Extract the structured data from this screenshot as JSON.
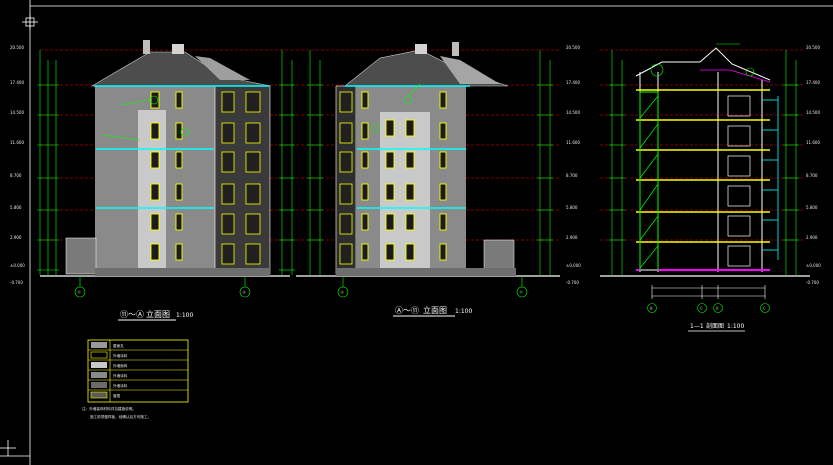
{
  "sheet": {
    "background": "#000000",
    "line_color": "#ffffff",
    "dim_color": "#00ff00",
    "cyan": "#00ffff",
    "yellow": "#ffff00",
    "red": "#ff0000",
    "magenta": "#ff00ff"
  },
  "elevation_1": {
    "title_a": "⑪～Ⓐ",
    "title_b": "立面图",
    "scale": "1:100",
    "grid_left": "⑪",
    "grid_right": "Ⓐ"
  },
  "elevation_2": {
    "title_a": "Ⓐ～⑪",
    "title_b": "立面图",
    "scale": "1:100",
    "grid_left": "Ⓐ",
    "grid_right": "⑪"
  },
  "section_1": {
    "title_a": "1—1",
    "title_b": "剖面图",
    "scale": "1:100",
    "grid_labels": [
      "Ⓑ",
      "Ⓒ",
      "Ⓓ",
      "Ⓛ"
    ]
  },
  "levels": [
    "20.500",
    "17.400",
    "14.500",
    "11.600",
    "8.700",
    "5.800",
    "2.900",
    "±0.000",
    "-0.700"
  ],
  "legend": {
    "items": [
      "屋面瓦",
      "外墙涂料",
      "外墙面砖",
      "外墙涂料",
      "外墙涂料",
      "窗框"
    ],
    "note_1": "注：外墙装饰材料详见建施说明。",
    "note_2": "施工前须做样板，经确认后方可施工。"
  }
}
